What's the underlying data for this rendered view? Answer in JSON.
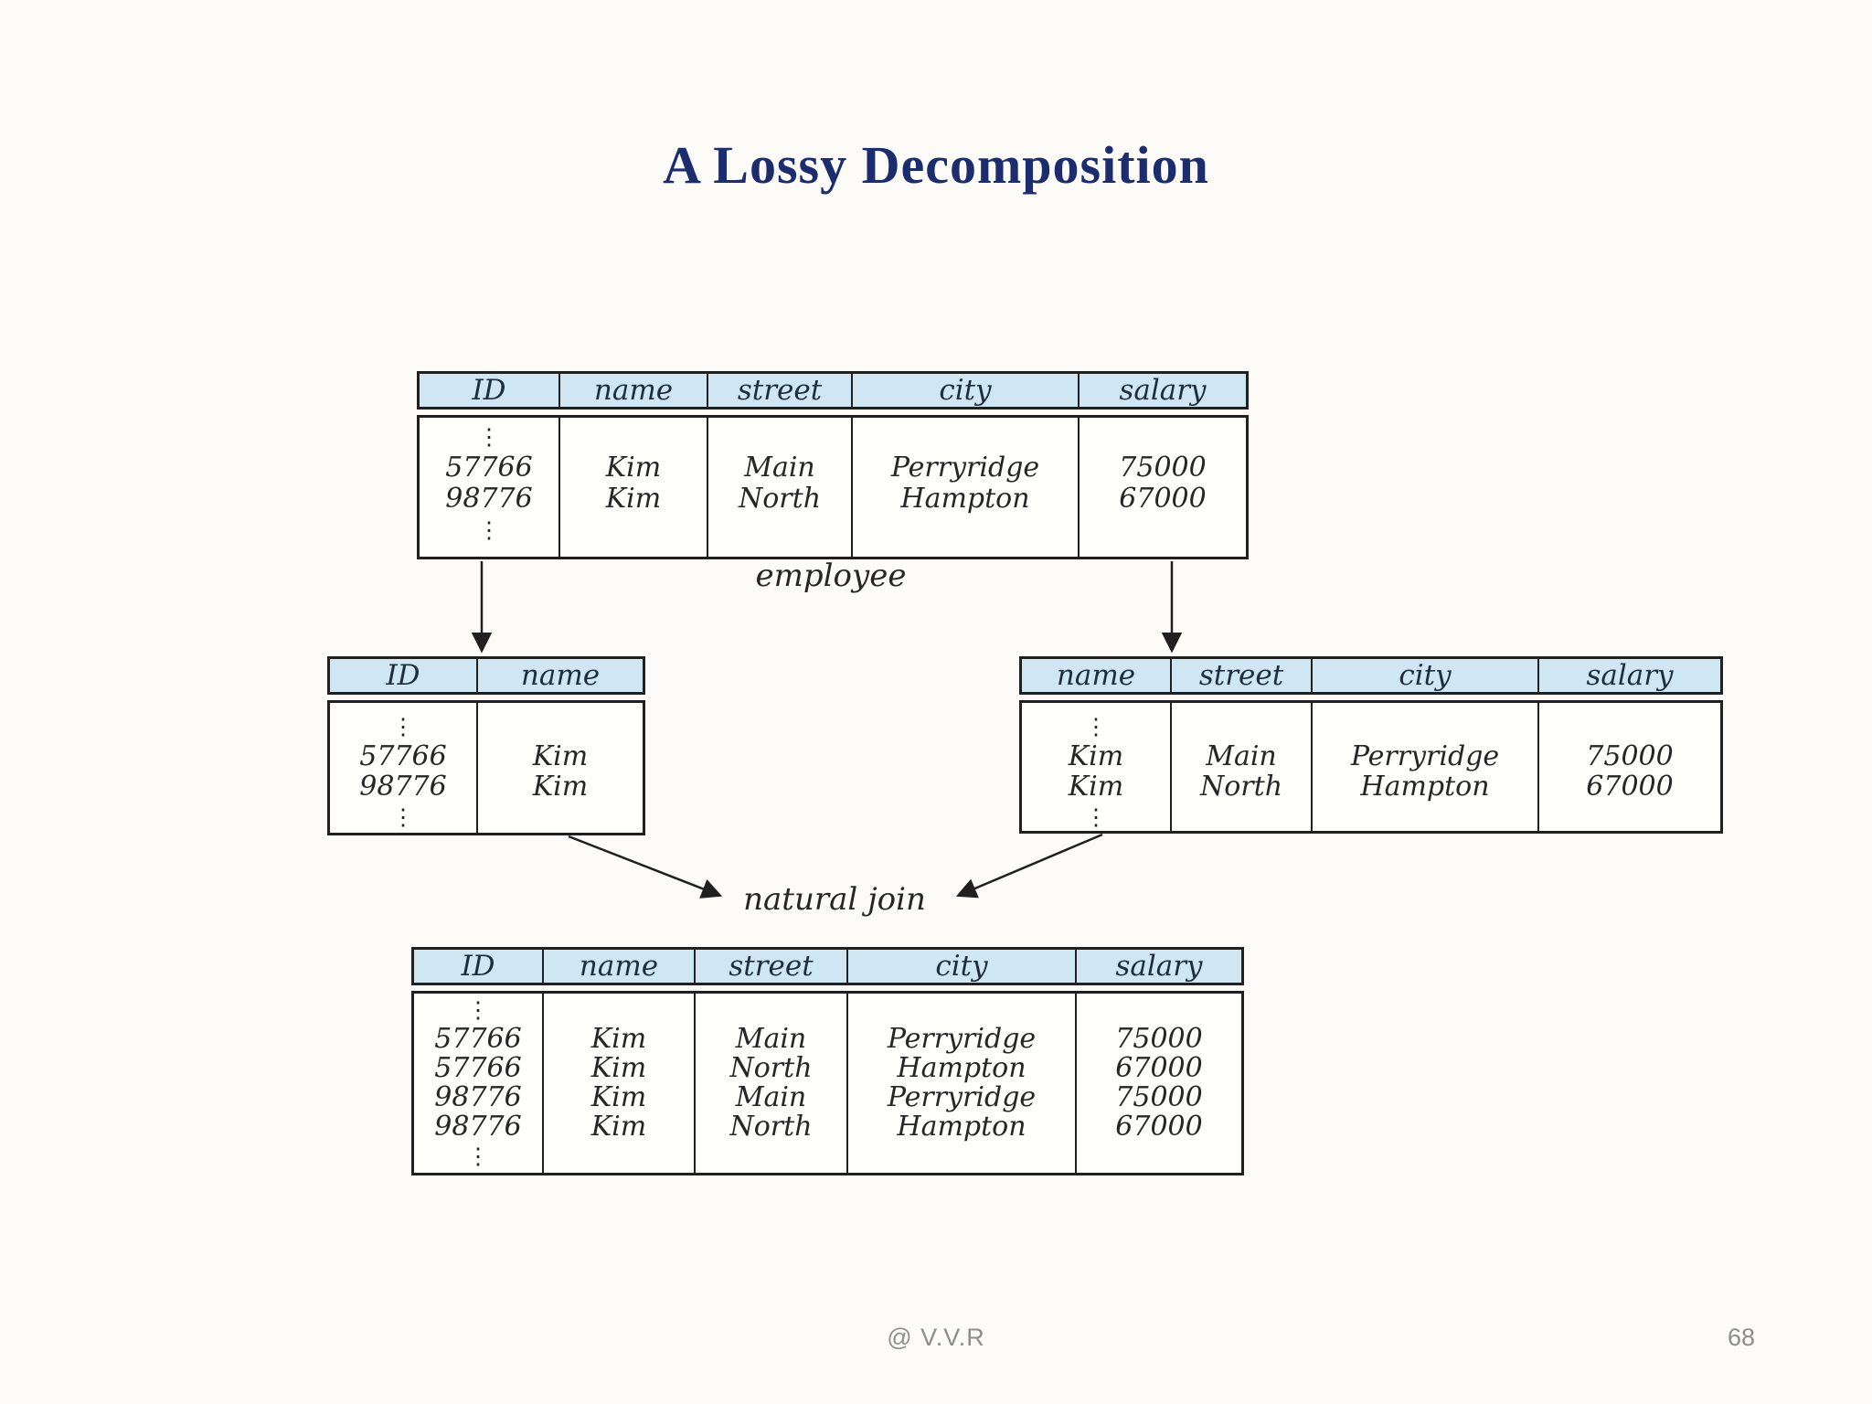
{
  "page": {
    "title": "A Lossy Decomposition",
    "footer": "@ V.V.R",
    "page_number": "68"
  },
  "colors": {
    "page_bg": "#fcfbf7",
    "table_header_fill": "#cfe6f3",
    "table_body_fill": "#fefefb",
    "border": "#202020",
    "title_text": "#1b2d6e",
    "body_text": "#262626",
    "footer_text": "#8d8d8d"
  },
  "diagram": {
    "ellipsis": "⋮",
    "join_label": "natural join",
    "tables": {
      "employee": {
        "label": "employee",
        "columns": [
          "ID",
          "name",
          "street",
          "city",
          "salary"
        ],
        "rows": [
          [
            "57766",
            "Kim",
            "Main",
            "Perryridge",
            "75000"
          ],
          [
            "98776",
            "Kim",
            "North",
            "Hampton",
            "67000"
          ]
        ]
      },
      "id_name": {
        "columns": [
          "ID",
          "name"
        ],
        "rows": [
          [
            "57766",
            "Kim"
          ],
          [
            "98776",
            "Kim"
          ]
        ]
      },
      "name_street_city_salary": {
        "columns": [
          "name",
          "street",
          "city",
          "salary"
        ],
        "rows": [
          [
            "Kim",
            "Main",
            "Perryridge",
            "75000"
          ],
          [
            "Kim",
            "North",
            "Hampton",
            "67000"
          ]
        ]
      },
      "natural_join_result": {
        "columns": [
          "ID",
          "name",
          "street",
          "city",
          "salary"
        ],
        "rows": [
          [
            "57766",
            "Kim",
            "Main",
            "Perryridge",
            "75000"
          ],
          [
            "57766",
            "Kim",
            "North",
            "Hampton",
            "67000"
          ],
          [
            "98776",
            "Kim",
            "Main",
            "Perryridge",
            "75000"
          ],
          [
            "98776",
            "Kim",
            "North",
            "Hampton",
            "67000"
          ]
        ]
      }
    }
  }
}
